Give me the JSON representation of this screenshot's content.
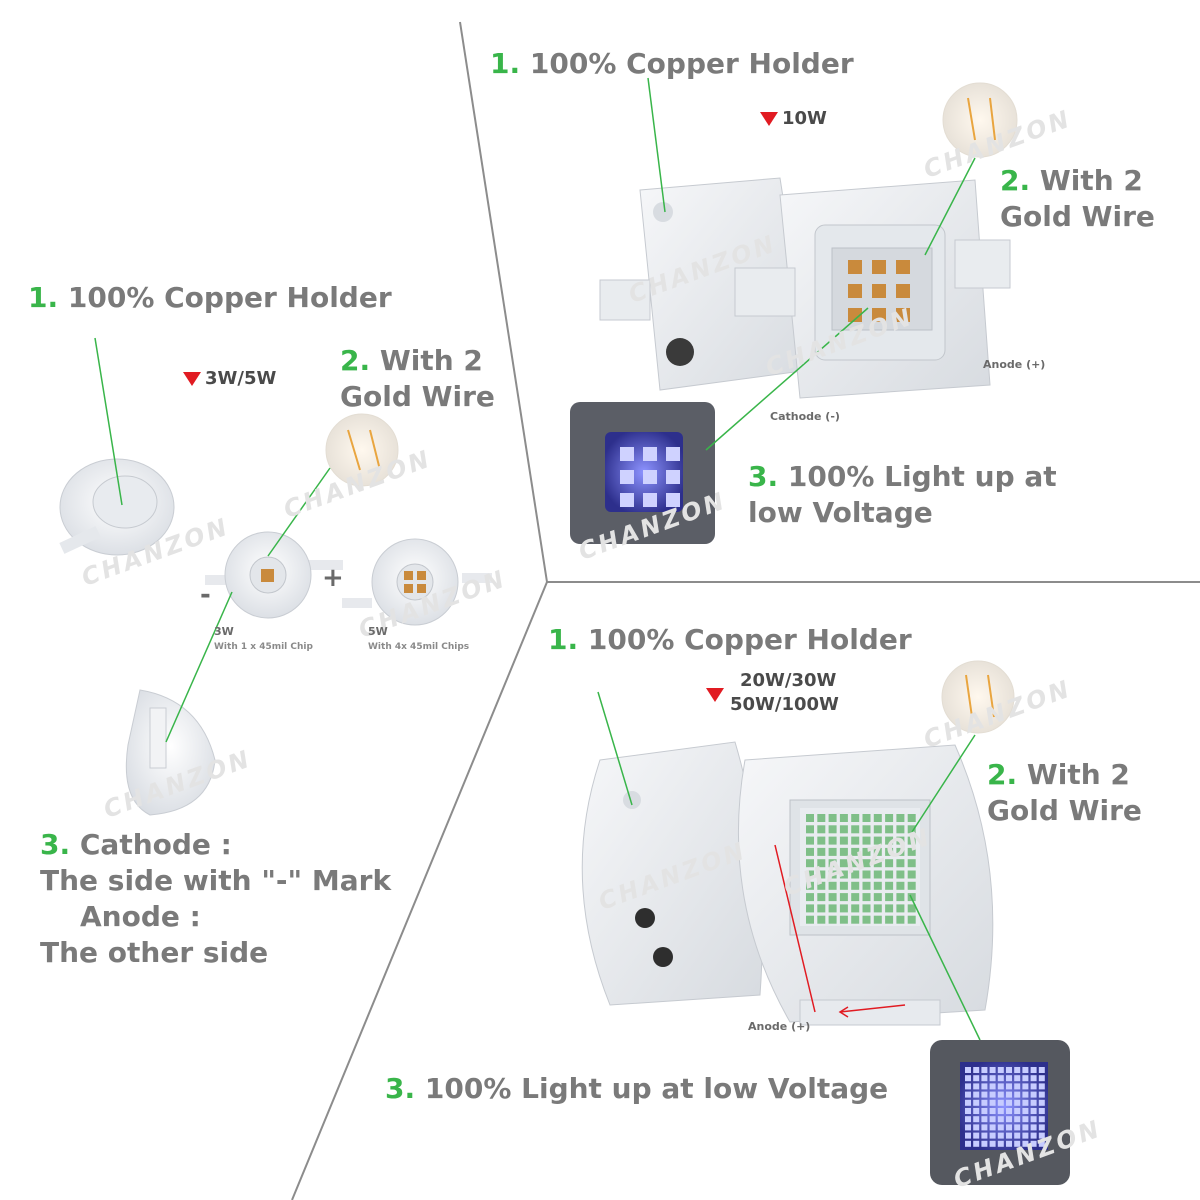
{
  "colors": {
    "accent_green": "#39b54a",
    "text_gray": "#7a7a7a",
    "marker_red": "#e11b22",
    "led_blue": "#5b63ff"
  },
  "icons": {
    "marker": "red-down-triangle",
    "watermark": "chanzon-brand-watermark"
  },
  "watermark": "CHANZON",
  "panel_small": {
    "copper": {
      "num": "1.",
      "text": "100% Copper Holder"
    },
    "gold": {
      "num": "2.",
      "line1": "With 2",
      "line2": "Gold Wire"
    },
    "watt": "3W/5W",
    "minus": "-",
    "plus": "+",
    "chip3w_title": "3W",
    "chip3w_desc": "With 1 x 45mil Chip",
    "chip5w_title": "5W",
    "chip5w_desc": "With 4x 45mil Chips",
    "polarity": {
      "num": "3.",
      "line1": "Cathode  :",
      "line2": "The side with \"-\" Mark",
      "line3": "Anode  :",
      "line4": "The other side"
    }
  },
  "panel_10w": {
    "copper": {
      "num": "1.",
      "text": "100% Copper Holder"
    },
    "watt": "10W",
    "gold": {
      "num": "2.",
      "line1": "With 2",
      "line2": "Gold Wire"
    },
    "anode": "Anode (+)",
    "cathode": "Cathode (-)",
    "light": {
      "num": "3.",
      "line1": "100% Light up at",
      "line2": "low Voltage"
    }
  },
  "panel_big": {
    "copper": {
      "num": "1.",
      "text": "100% Copper Holder"
    },
    "watt_line1": "20W/30W",
    "watt_line2": "50W/100W",
    "gold": {
      "num": "2.",
      "line1": "With 2",
      "line2": "Gold Wire"
    },
    "anode": "Anode (+)",
    "light": {
      "num": "3.",
      "text": "100% Light up at low Voltage"
    }
  }
}
